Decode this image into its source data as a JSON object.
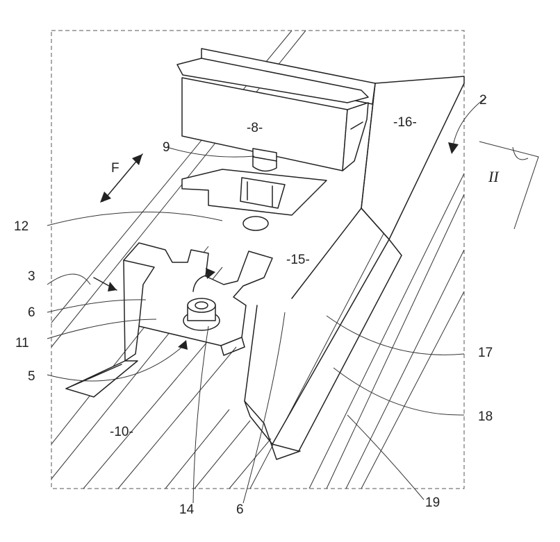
{
  "diagram": {
    "labels": {
      "l2": "2",
      "l3": "3",
      "l5": "5",
      "l6a": "6",
      "l6b": "6",
      "l8": "-8-",
      "l9": "9",
      "l10": "-10-",
      "l11": "11",
      "l12": "12",
      "l14": "14",
      "l15": "-15-",
      "l16": "-16-",
      "l17": "17",
      "l18": "18",
      "l19": "19",
      "lF": "F",
      "lII": "II"
    }
  }
}
